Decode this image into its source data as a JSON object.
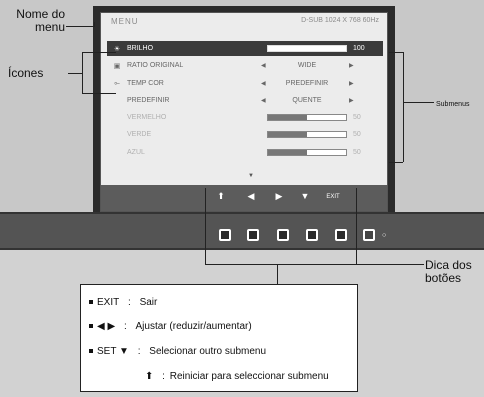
{
  "callouts": {
    "menu_name": "Nome do\nmenu",
    "icons": "Ícones",
    "submenus": "Submenus",
    "button_tip": "Dica dos\nbotões"
  },
  "osd": {
    "title": "MENU",
    "mode": "D-SUB 1024 X 768 60Hz",
    "rows": [
      {
        "icon": "☀",
        "label": "BRILHO",
        "type": "bar",
        "value": 100,
        "num": "100",
        "state": "selected"
      },
      {
        "icon": "▣",
        "label": "RATIO ORIGINAL",
        "type": "select",
        "value_text": "WIDE",
        "state": "normal"
      },
      {
        "icon": "⟜",
        "label": "TEMP COR",
        "type": "select",
        "value_text": "PREDEFINIR",
        "state": "normal"
      },
      {
        "icon": "",
        "label": "PREDEFINIR",
        "type": "select",
        "value_text": "QUENTE",
        "state": "normal"
      },
      {
        "icon": "",
        "label": "VERMELHO",
        "type": "bar",
        "value": 50,
        "num": "50",
        "state": "disabled"
      },
      {
        "icon": "",
        "label": "VERDE",
        "type": "bar",
        "value": 50,
        "num": "50",
        "state": "disabled"
      },
      {
        "icon": "",
        "label": "AZUL",
        "type": "bar",
        "value": 50,
        "num": "50",
        "state": "disabled"
      }
    ],
    "caret": "▼",
    "hints": [
      "⬆",
      "◀",
      "▶",
      "▼",
      "EXIT"
    ]
  },
  "legend": {
    "rows": [
      {
        "key": "EXIT",
        "sep": ":",
        "text": "Sair"
      },
      {
        "key": "◀ ▶",
        "sep": ":",
        "text": "Ajustar (reduzir/aumentar)"
      },
      {
        "key": "SET ▼",
        "sep": ":",
        "text": "Selecionar outro submenu"
      },
      {
        "key": "⬆",
        "sep": ":",
        "text": "Reiniciar para seleccionar submenu"
      }
    ]
  },
  "colors": {
    "bezel": "#2b2b2b",
    "osd_bg": "#ececec",
    "selected_row": "#3b3b3b",
    "strip": "#545454"
  }
}
